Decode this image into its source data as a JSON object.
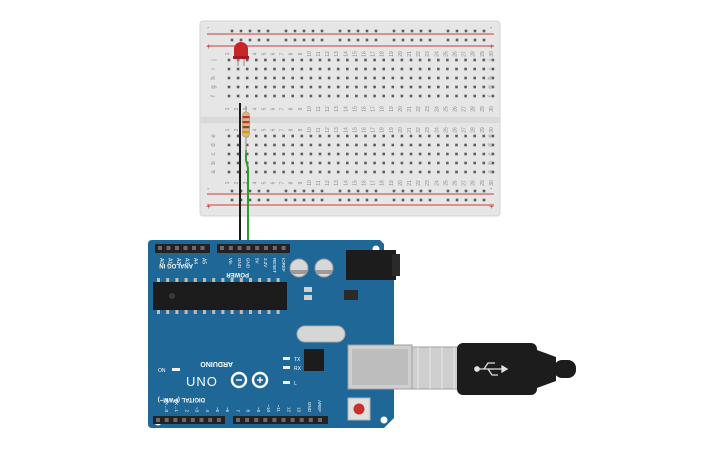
{
  "breadboard": {
    "column_numbers": [
      "1",
      "2",
      "3",
      "4",
      "5",
      "6",
      "7",
      "8",
      "9",
      "10",
      "11",
      "12",
      "13",
      "14",
      "15",
      "16",
      "17",
      "18",
      "19",
      "20",
      "21",
      "22",
      "23",
      "24",
      "25",
      "26",
      "27",
      "28",
      "29",
      "30"
    ],
    "top_row_letters": [
      "j",
      "i",
      "h",
      "g",
      "f"
    ],
    "bottom_row_letters": [
      "e",
      "d",
      "c",
      "b",
      "a"
    ],
    "rail_plus": "+",
    "rail_minus": "-"
  },
  "arduino": {
    "brand": "ARDUINO",
    "model": "UNO",
    "power_header_label": "POWER",
    "power_pins": [
      "Vin",
      "GND",
      "GND",
      "5V",
      "3.3V",
      "RESET",
      "IOREF"
    ],
    "analog_header_label": "ANALOG IN",
    "analog_pins": [
      "A0",
      "A1",
      "A2",
      "A3",
      "A4",
      "A5"
    ],
    "digital_header_label": "DIGITAL (PWM~)",
    "digital_pins": [
      "AREF",
      "GND",
      "13",
      "12",
      "~11",
      "~10",
      "~9",
      "8",
      "7",
      "~6",
      "~5",
      "4",
      "~3",
      "2",
      "TX→1",
      "RX←0"
    ],
    "led_labels": [
      "L",
      "TX",
      "RX"
    ],
    "on_label": "ON"
  },
  "colors": {
    "board_blue": "#1f6797",
    "breadboard_body": "#e6e6e6",
    "rail_red": "#d33a3a",
    "led_red": "#c8252b",
    "wire_black": "#1a1a1a",
    "wire_green": "#2e9a36",
    "usb_silver": "#c9c9c9",
    "usb_plug": "#1c1c1c"
  },
  "icons": [
    "led-icon",
    "resistor-icon",
    "arduino-infinity-logo-icon",
    "usb-symbol-icon"
  ]
}
